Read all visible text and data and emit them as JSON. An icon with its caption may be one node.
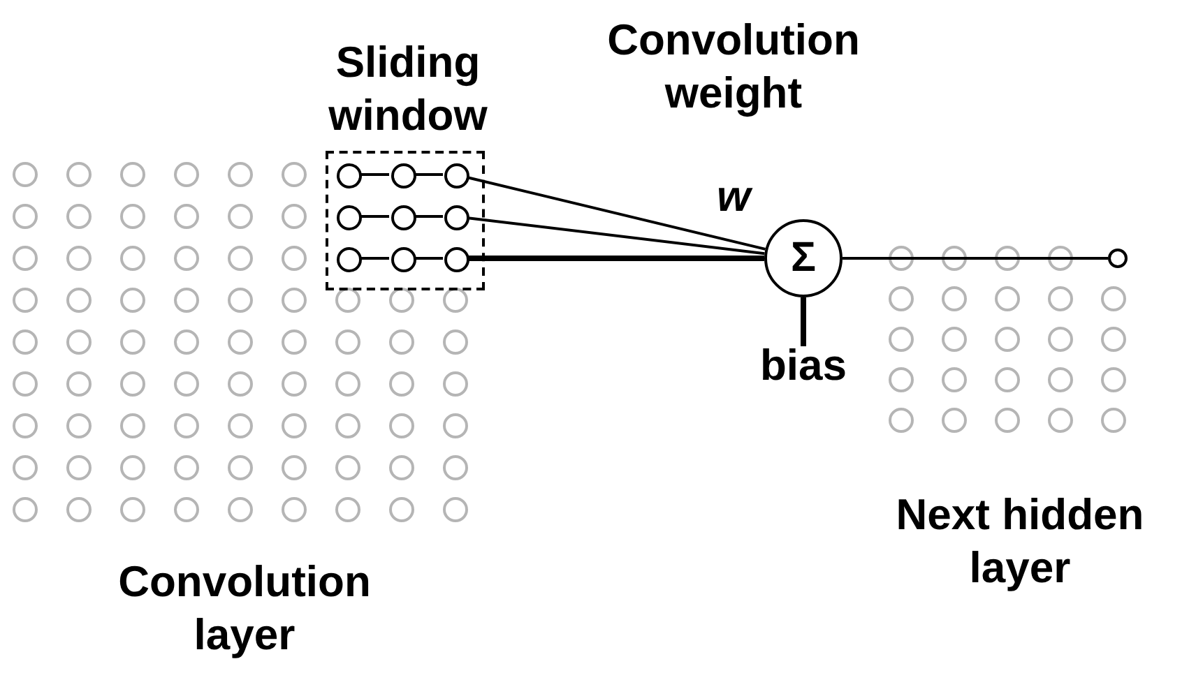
{
  "diagram": {
    "nodes": [
      {
        "text": [
          "Sliding window"
        ]
      },
      {
        "text": [],
        "shape": "circle",
        "in": 0
      },
      {
        "text": [],
        "shape": "circle",
        "in": 0
      },
      {
        "text": [],
        "shape": "circle",
        "in": 0
      },
      {
        "text": [],
        "shape": "circle",
        "in": 0
      },
      {
        "text": [],
        "shape": "circle",
        "in": 0
      },
      {
        "text": [],
        "shape": "circle",
        "in": 0
      },
      {
        "text": [],
        "shape": "circle",
        "in": 0
      },
      {
        "text": [],
        "shape": "circle",
        "in": 0
      },
      {
        "text": [],
        "shape": "circle",
        "in": 0
      },
      {
        "text": [
          "Σ"
        ]
      },
      {
        "text": [
          "bias"
        ]
      },
      {
        "text": [],
        "shape": "circle"
      }
    ],
    "edges": [
      {
        "from": 1,
        "to": 2,
        "arrow": "none"
      },
      {
        "from": 2,
        "to": 3,
        "arrow": "none"
      },
      {
        "from": 3,
        "to": 10,
        "arrow": "none"
      },
      {
        "from": 4,
        "to": 5,
        "arrow": "none"
      },
      {
        "from": 5,
        "to": 6,
        "arrow": "none"
      },
      {
        "from": 6,
        "to": 10,
        "arrow": "none"
      },
      {
        "from": 7,
        "to": 8,
        "arrow": "none"
      },
      {
        "from": 8,
        "to": 9,
        "arrow": "none"
      },
      {
        "from": 9,
        "to": 10,
        "arrow": "none",
        "style": "thick"
      },
      {
        "from": 10,
        "to": 12,
        "arrow": "none"
      },
      {
        "from": 11,
        "to": 10,
        "arrow": "none",
        "style": "thick"
      }
    ],
    "labels": [
      "Convolution weight",
      "w",
      "Convolution layer",
      "Next hidden layer"
    ]
  }
}
